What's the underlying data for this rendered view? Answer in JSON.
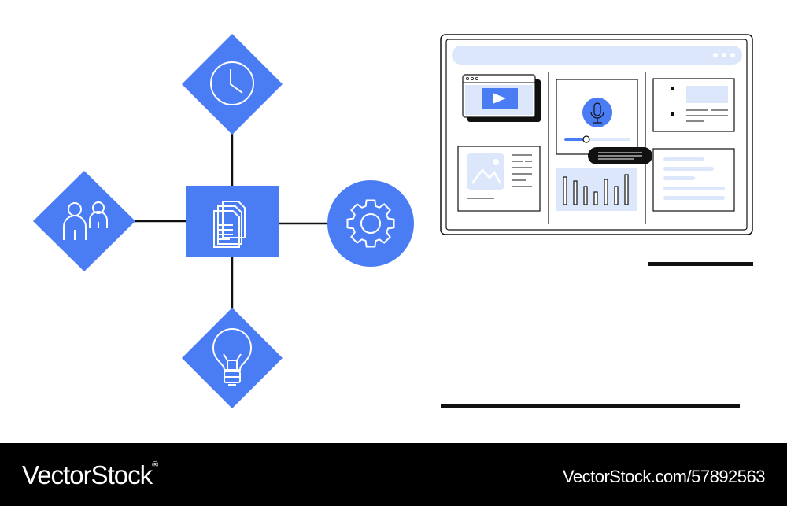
{
  "colors": {
    "accent": "#4a7cf4",
    "light_fill": "#dde7fb",
    "ink": "#111111",
    "background": "#ffffff",
    "footer_background": "#000000"
  },
  "diagram": {
    "center_node": {
      "icon": "documents-icon"
    },
    "nodes": [
      {
        "position": "top",
        "shape": "diamond",
        "icon": "clock-icon"
      },
      {
        "position": "left",
        "shape": "diamond",
        "icon": "people-icon"
      },
      {
        "position": "right",
        "shape": "circle",
        "icon": "gear-icon"
      },
      {
        "position": "bottom",
        "shape": "diamond",
        "icon": "lightbulb-icon"
      }
    ]
  },
  "dashboard_window": {
    "panels": [
      "video-player-icon",
      "microphone-icon",
      "checklist-icon",
      "image-placeholder-icon",
      "bar-chart-icon",
      "text-lines-icon"
    ]
  },
  "footer": {
    "brand": "VectorStock",
    "registered_mark": "®",
    "url": "VectorStock.com/57892563"
  }
}
